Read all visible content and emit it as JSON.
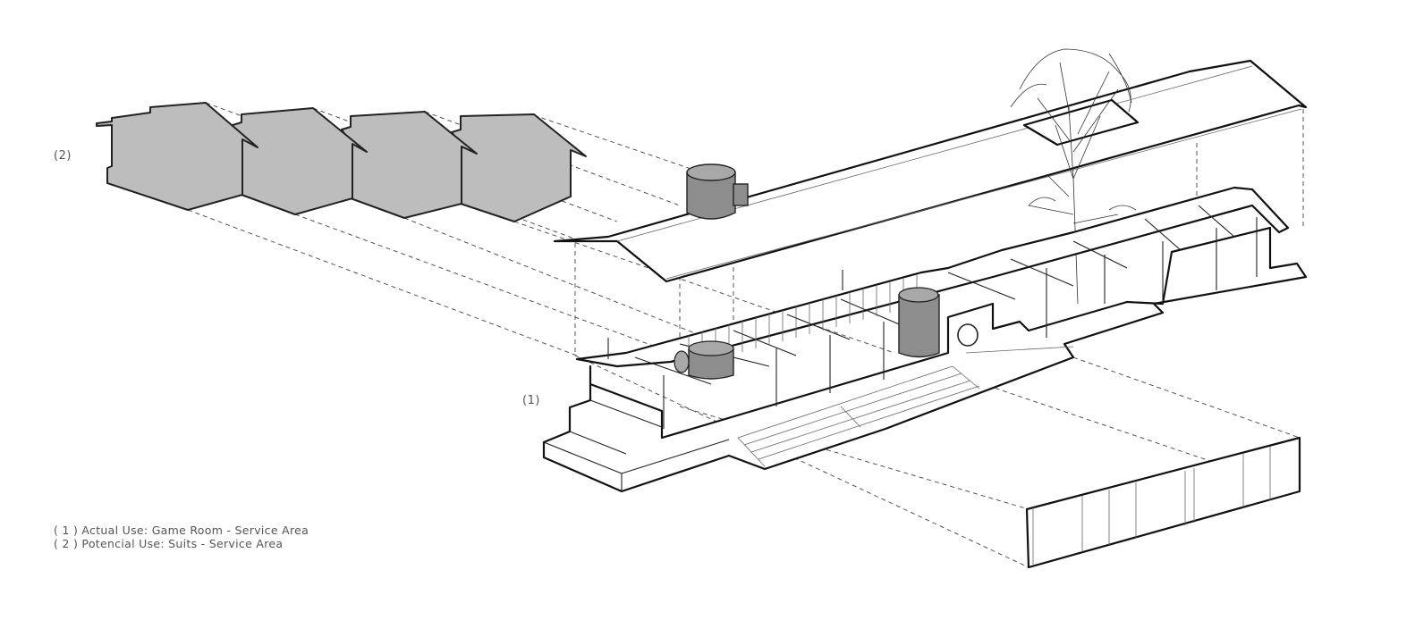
{
  "callouts": {
    "upper": "(2)",
    "lower": "(1)"
  },
  "legend": [
    "( 1 ) Actual Use: Game Room - Service Area",
    "( 2 ) Potencial Use: Suits - Service Area"
  ],
  "colors": {
    "fill_grey": "#bdbdbd",
    "stroke": "#222222",
    "background": "#ffffff"
  }
}
